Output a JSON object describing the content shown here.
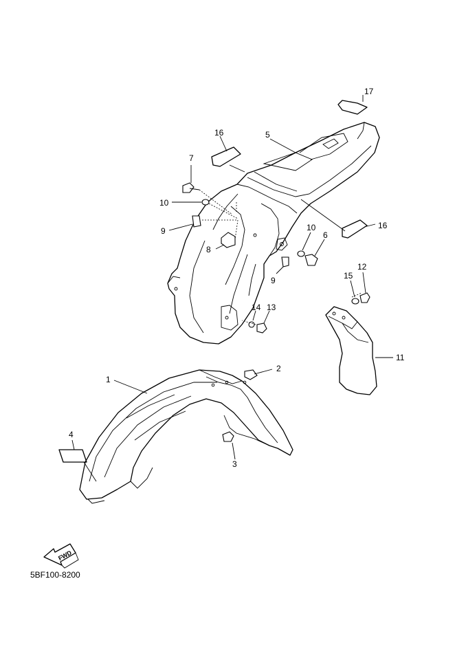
{
  "diagram": {
    "callouts": [
      "1",
      "2",
      "3",
      "4",
      "5",
      "6",
      "7",
      "8",
      "9",
      "9",
      "10",
      "10",
      "11",
      "12",
      "13",
      "14",
      "15",
      "16",
      "16",
      "17"
    ],
    "fwd_label": "FWD",
    "code": "5BF100-8200"
  }
}
